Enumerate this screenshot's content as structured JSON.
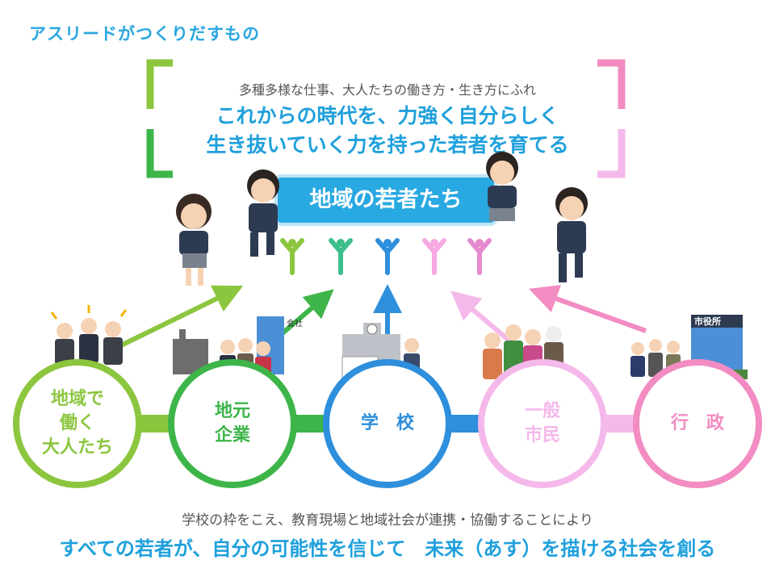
{
  "header": {
    "title": "アスリードがつくりだすもの"
  },
  "vision": {
    "subtitle": "多種多様な仕事、大人たちの働き方・生き方にふれ",
    "line1": "これからの時代を、力強く自分らしく",
    "line2": "生き抜いていく力を持った若者を育てる"
  },
  "banner": {
    "label": "地域の若者たち"
  },
  "stakeholders": [
    {
      "label": "地域で\n働く\n大人たち",
      "color": "#8cc63f"
    },
    {
      "label": "地元\n企業",
      "color": "#3db549"
    },
    {
      "label": "学　校",
      "color": "#2e8fdc"
    },
    {
      "label": "一般\n市民",
      "color": "#f5b8ea"
    },
    {
      "label": "行　政",
      "color": "#f28cc2"
    }
  ],
  "illustration_labels": {
    "company_sign": "会社",
    "city_hall_sign": "市役所"
  },
  "footer": {
    "subtitle": "学校の枠をこえ、教育現場と地域社会が連携・協働することにより",
    "tagline": "すべての若者が、自分の可能性を信じて　未来（あす）を描ける社会を創る"
  }
}
